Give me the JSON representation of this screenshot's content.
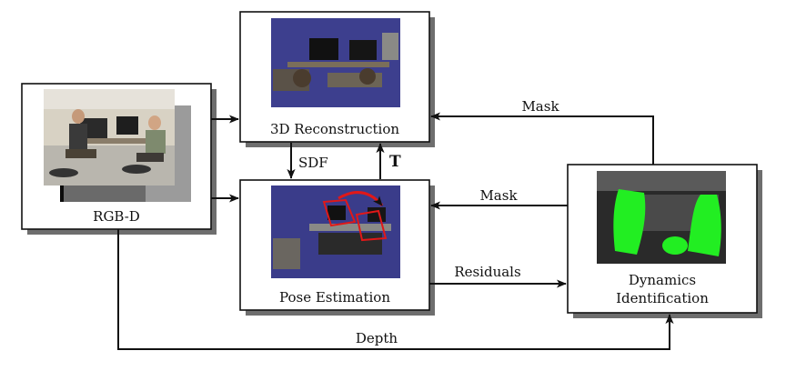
{
  "nodes": {
    "rgbd": {
      "label": "RGB-D"
    },
    "recon": {
      "label": "3D Reconstruction"
    },
    "pose": {
      "label": "Pose Estimation"
    },
    "dyn": {
      "label_line1": "Dynamics",
      "label_line2": "Identification"
    }
  },
  "edges": {
    "sdf": "SDF",
    "transform": "T",
    "mask_top": "Mask",
    "mask_mid": "Mask",
    "residuals": "Residuals",
    "depth": "Depth"
  },
  "colors": {
    "stroke": "#111111",
    "shadow": "#6e6e6e",
    "recon_bg": "#3d3f8e",
    "pose_bg": "#3a3c8a",
    "dyn_bg": "#2a2a2a",
    "dyn_highlight": "#22ee22",
    "rgb_floor": "#b9b6ae",
    "rgb_wall": "#d8d2c4"
  }
}
